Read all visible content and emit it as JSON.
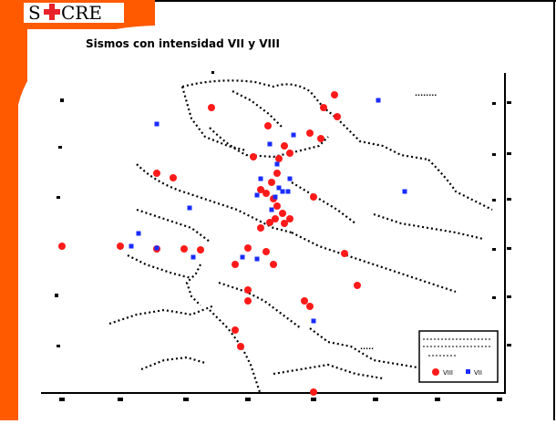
{
  "logo": {
    "prefix": "S",
    "suffix": "CRE",
    "cross_color": "#e8222a"
  },
  "title": "Sismos con intensidad VII y VIII",
  "map": {
    "top_right_note": "........",
    "inset_note": "....."
  },
  "legend": {
    "entries": [
      {
        "label": "VIII",
        "color": "#ff1a1a",
        "shape": "circle"
      },
      {
        "label": "VII",
        "color": "#1a2cff",
        "shape": "square"
      }
    ]
  },
  "colors": {
    "frame_border": "#000000",
    "corner_band": "#ff5a00",
    "left_band": "#ff5a00",
    "viii_marker": "#ff1a1a",
    "vii_marker": "#1a2cff"
  }
}
